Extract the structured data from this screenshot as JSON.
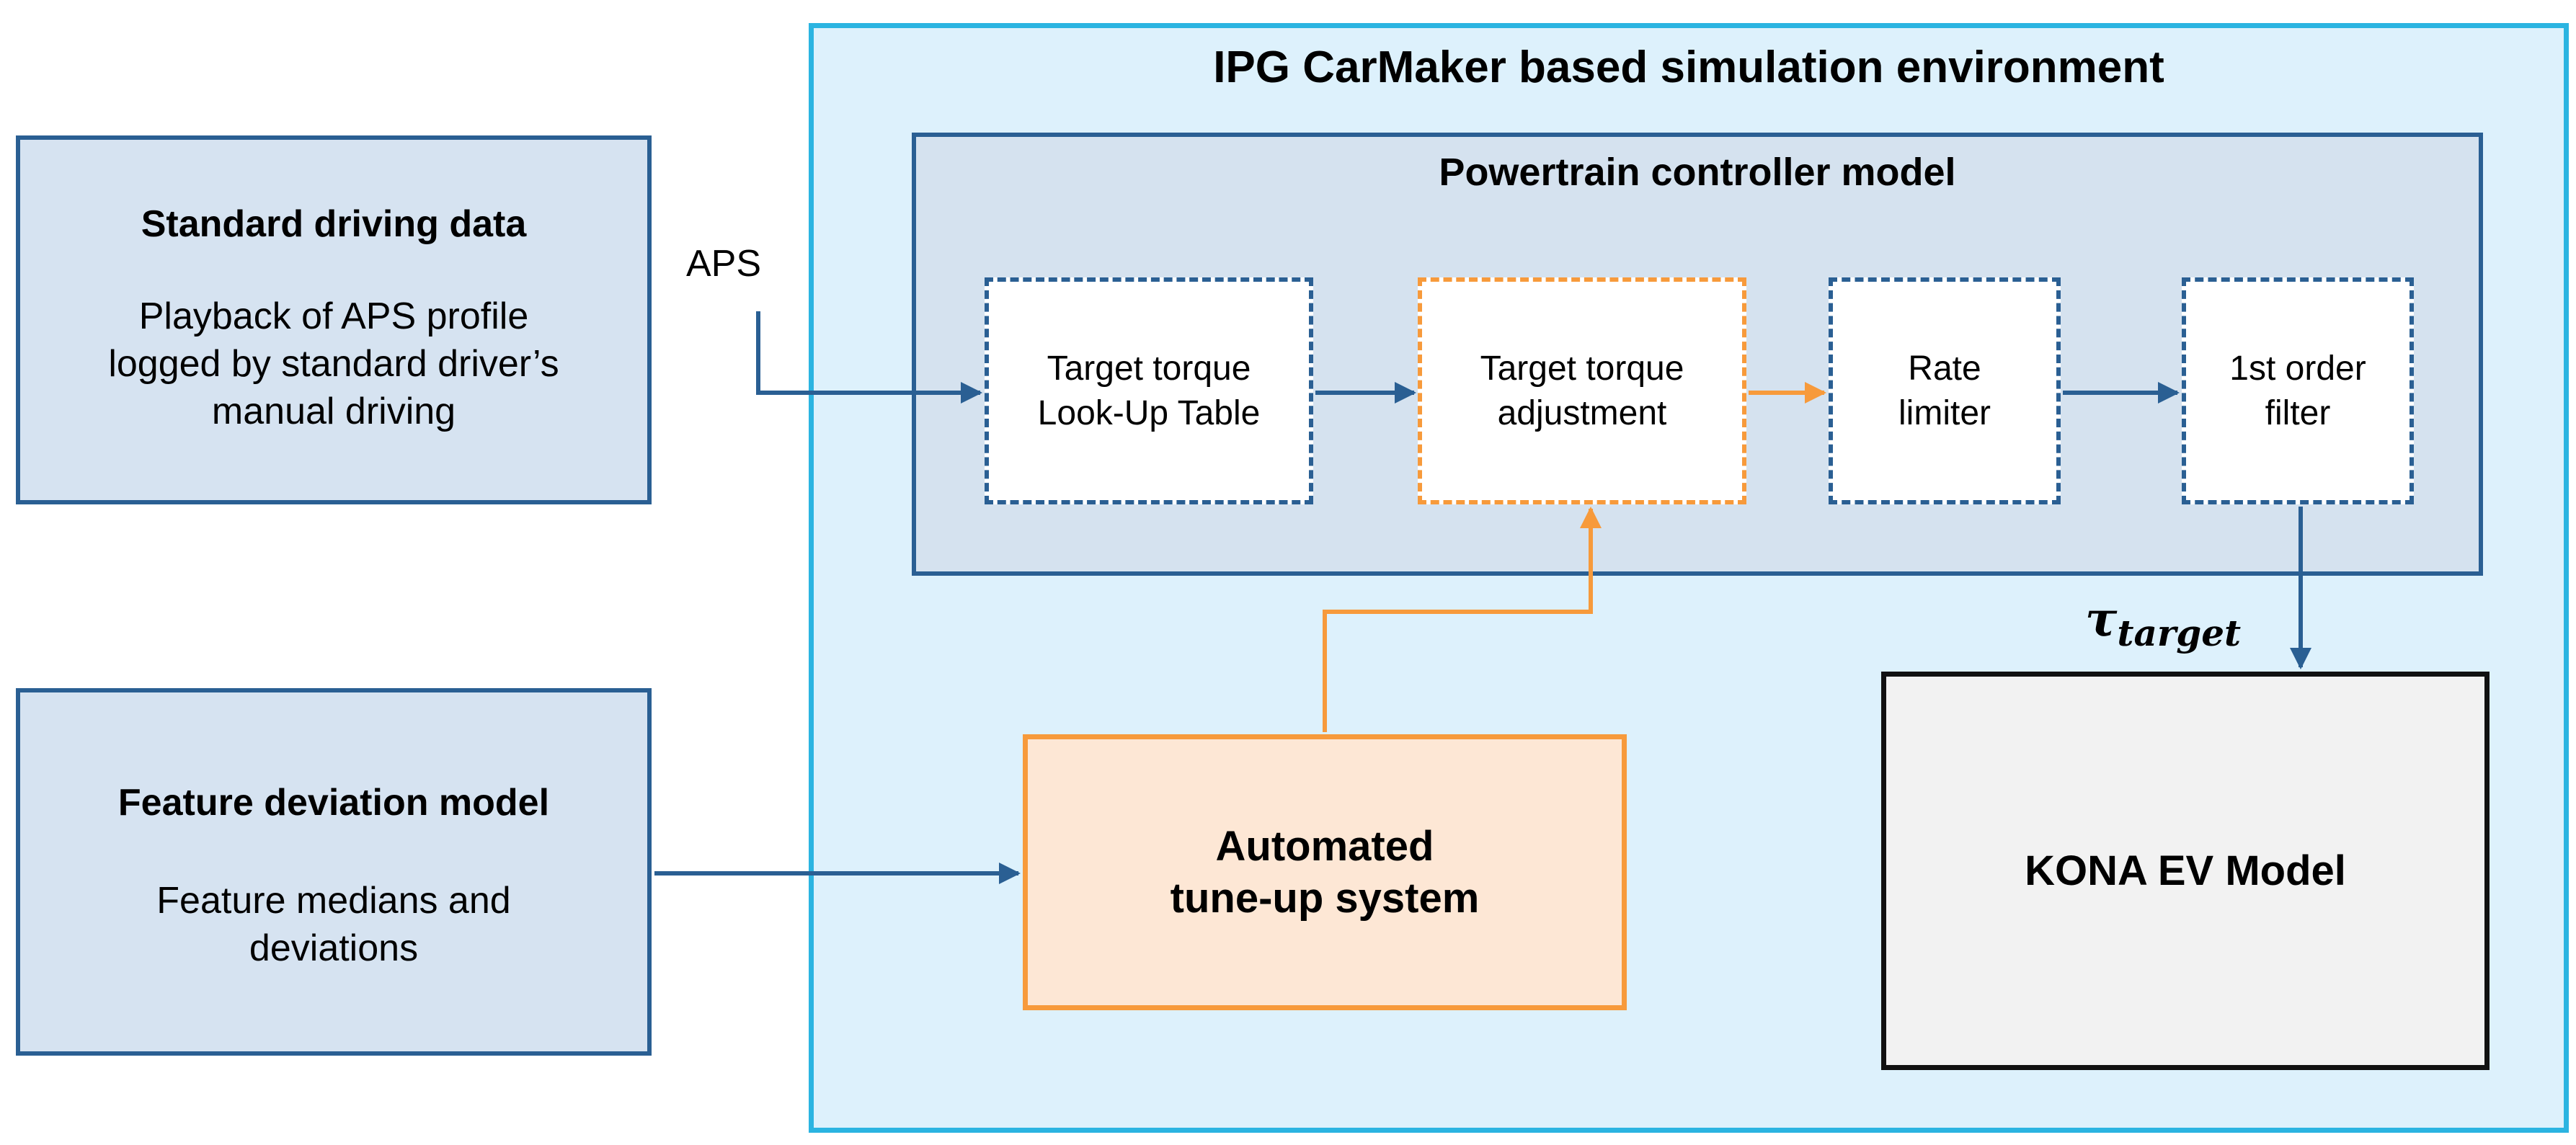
{
  "environment": {
    "title": "IPG CarMaker based simulation environment"
  },
  "powertrain_controller": {
    "title": "Powertrain controller model",
    "blocks": {
      "lookup_table": [
        "Target torque",
        "Look-Up Table"
      ],
      "adjustment": [
        "Target torque",
        "adjustment"
      ],
      "rate_limiter": [
        "Rate",
        "limiter"
      ],
      "filter": [
        "1st order",
        "filter"
      ]
    }
  },
  "standard_driving_data": {
    "title": "Standard driving data",
    "body": [
      "Playback of APS profile",
      "logged by standard driver’s",
      "manual driving"
    ]
  },
  "feature_deviation_model": {
    "title": "Feature deviation model",
    "body": [
      "Feature medians and",
      "deviations"
    ]
  },
  "tune_up_system": {
    "lines": [
      "Automated",
      "tune-up system"
    ]
  },
  "kona": {
    "title": "KONA EV Model"
  },
  "signals": {
    "aps": "APS",
    "tau_symbol": "τ",
    "tau_subscript": "target"
  },
  "colors": {
    "env_fill": "#ddf1fc",
    "env_border": "#2bb4e1",
    "blue_line": "#2a5f93",
    "orange_line": "#f79a3b",
    "orange_fill": "#fde7d5"
  }
}
